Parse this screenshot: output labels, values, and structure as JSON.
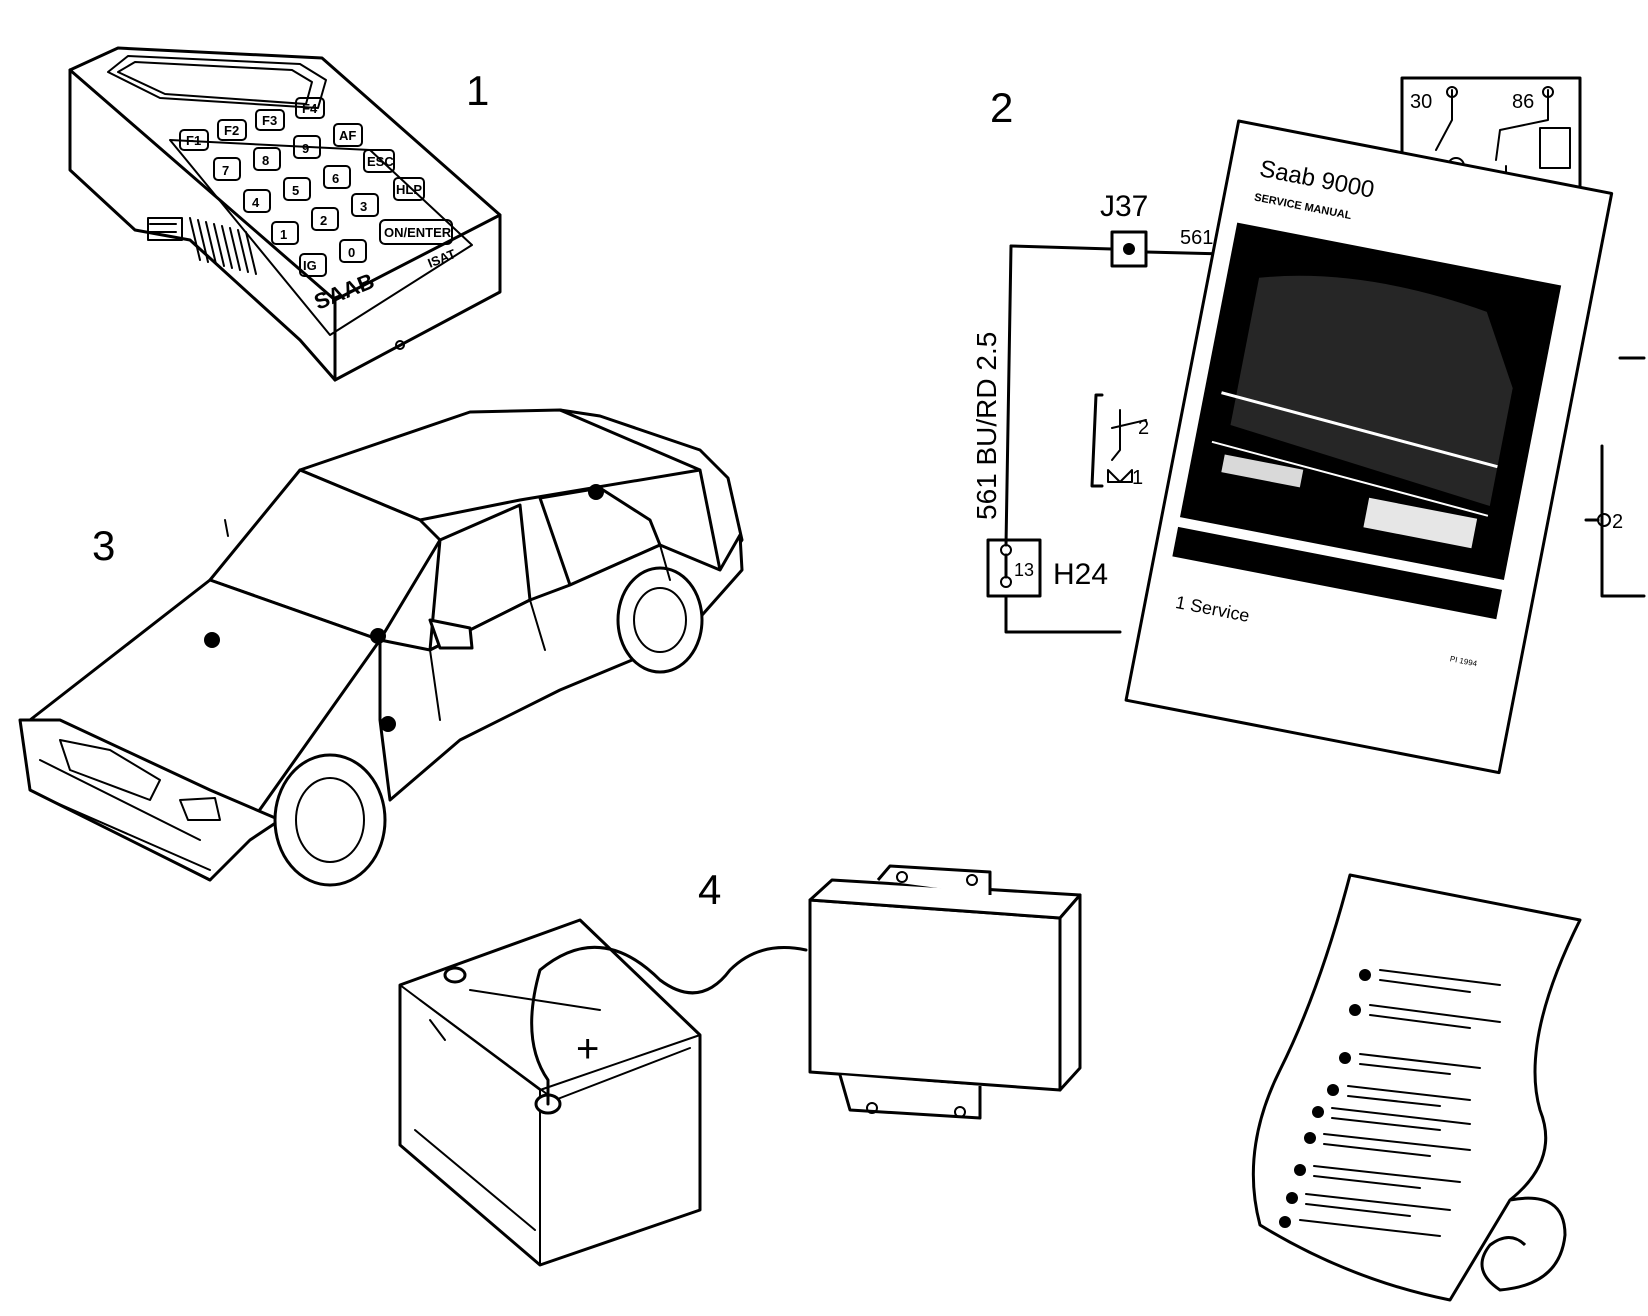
{
  "callouts": {
    "c1": "1",
    "c2": "2",
    "c3": "3",
    "c4": "4"
  },
  "tester": {
    "keys": {
      "f1": "F1",
      "f2": "F2",
      "f3": "F3",
      "f4": "F4",
      "k7": "7",
      "k8": "8",
      "k9": "9",
      "af": "AF",
      "k4": "4",
      "k5": "5",
      "k6": "6",
      "esc": "ESC",
      "k1": "1",
      "k2": "2",
      "k3": "3",
      "help": "HLP",
      "ig": "IG",
      "k0": "0",
      "enter": "ON/ENTER"
    },
    "brand": "SAAB",
    "model": "ISAT"
  },
  "wiring": {
    "connector_top": "J37",
    "wire_number": "561",
    "wire_spec": "561 BU/RD 2.5",
    "connector_bottom": "H24",
    "pin_13": "13",
    "relay_pin_30": "30",
    "relay_pin_86": "86",
    "switch_pin_2": "2",
    "switch_pin_1": "1",
    "right_pin_2": "2"
  },
  "manual": {
    "title": "Saab 9000",
    "subtitle": "SERVICE MANUAL",
    "section": "1  Service",
    "code": "PI 1994"
  },
  "battery": {
    "polarity": "+"
  }
}
